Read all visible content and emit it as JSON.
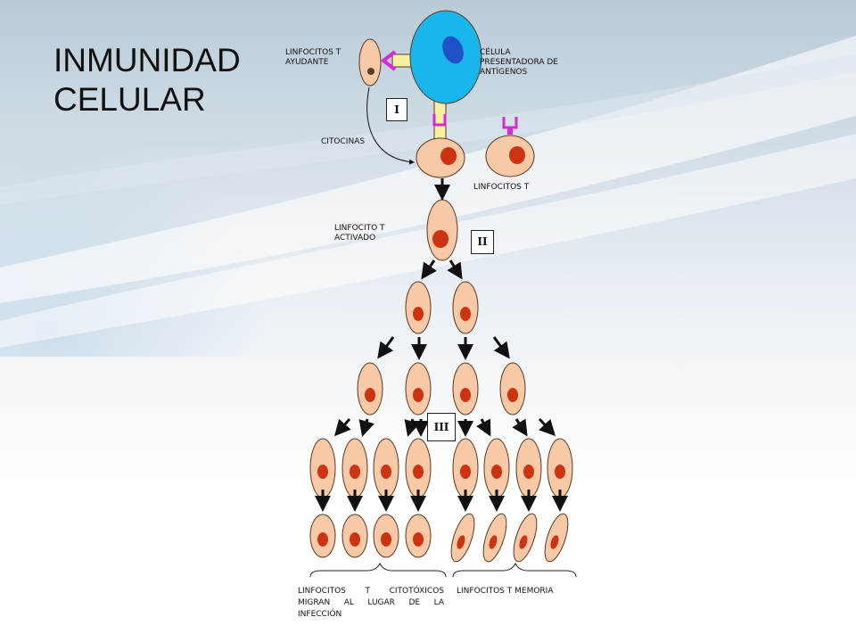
{
  "slide": {
    "title_line1": "INMUNIDAD",
    "title_line2": "CELULAR"
  },
  "diagram": {
    "labels": {
      "helper_t_line1": "LINFOCITOS T",
      "helper_t_line2": "AYUDANTE",
      "apc_line1": "CÉLULA",
      "apc_line2": "PRESENTADORA DE",
      "apc_line3": "ANTÍGENOS",
      "cytokines": "CITOCINAS",
      "t_lymphocytes": "LINFOCITOS T",
      "activated_t_line1": "LINFOCITO T",
      "activated_t_line2": "ACTIVADO",
      "cytotoxic_line1": "LINFOCITOS T CITOTÓXICOS",
      "cytotoxic_line2": "MIGRAN AL LUGAR DE LA",
      "cytotoxic_line3": "INFECCIÓN",
      "memory": "LINFOCITOS T MEMORIA"
    },
    "stages": {
      "stage1": "I",
      "stage2": "II",
      "stage3": "III"
    },
    "colors": {
      "cell_fill": "#f7c9a6",
      "cell_stroke": "#5a3a22",
      "nucleus": "#cc3411",
      "apc_fill": "#18b6ec",
      "apc_nucleus": "#1f52c6",
      "receptor": "#d62ad6",
      "connector": "#f6f0a0",
      "arrow": "#111111"
    }
  }
}
